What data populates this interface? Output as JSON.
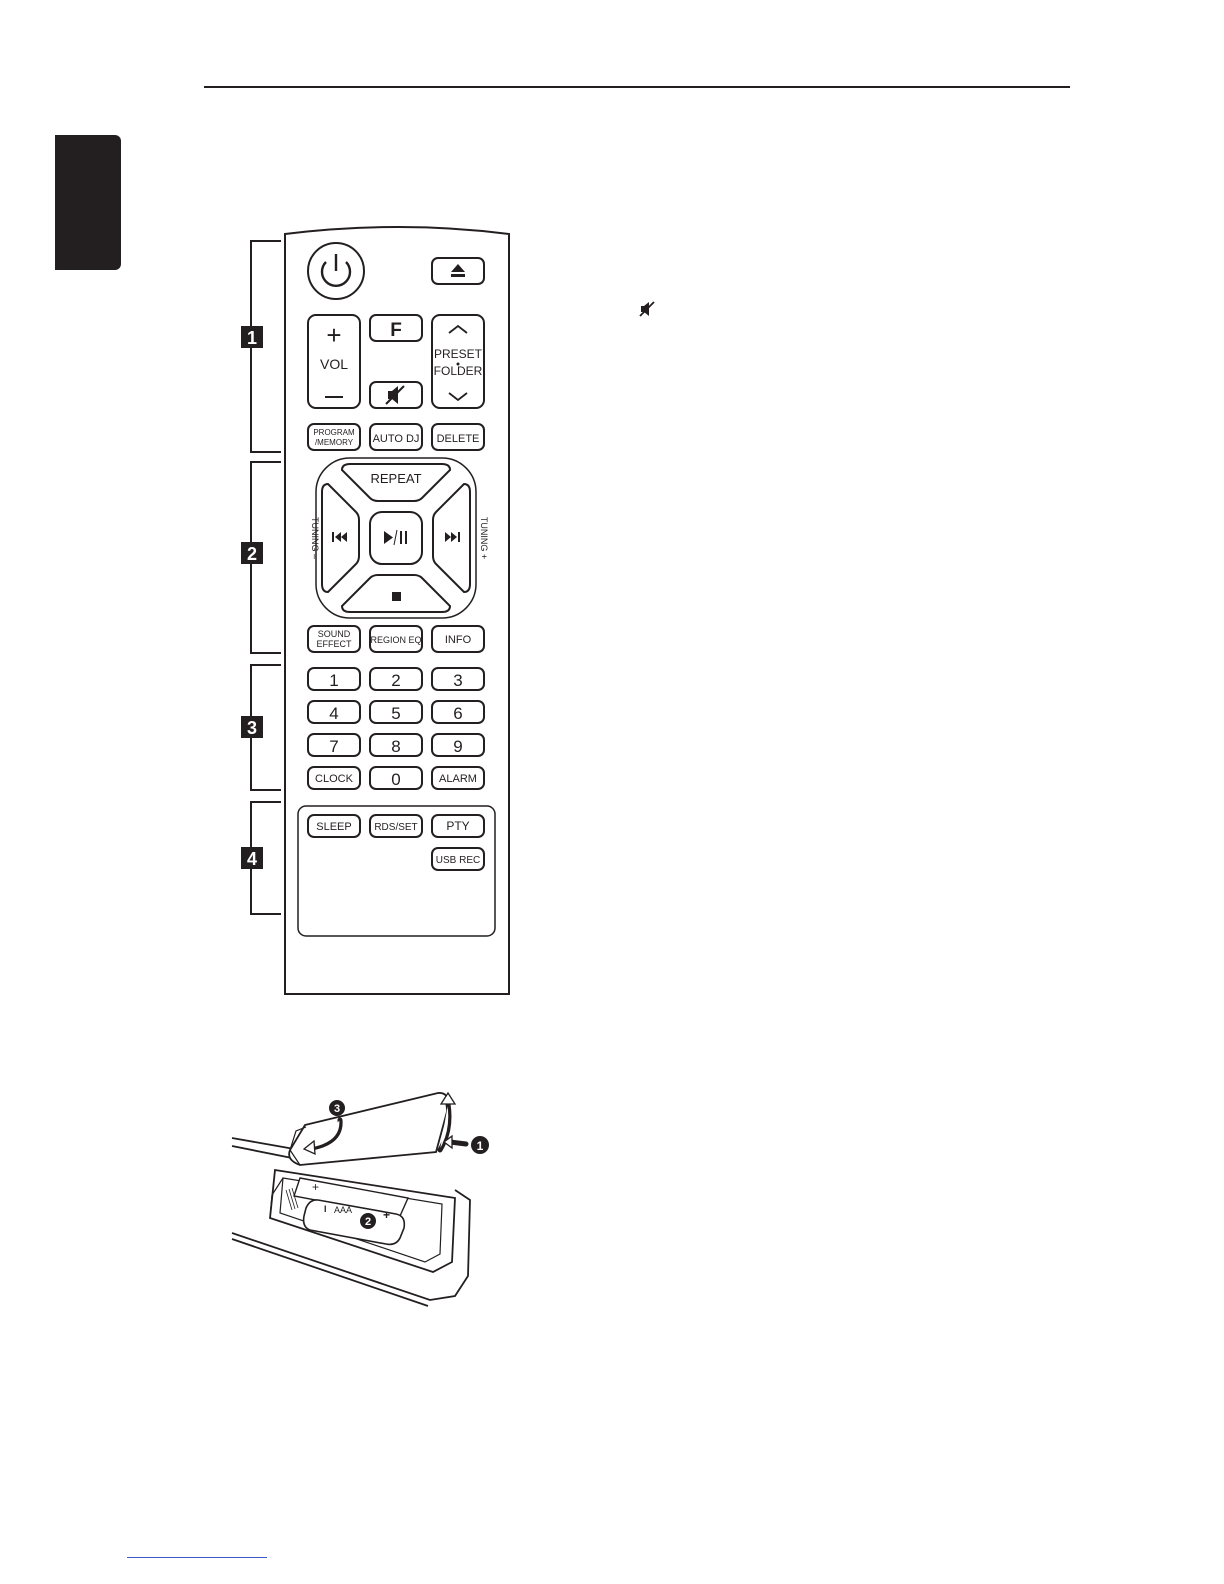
{
  "remote": {
    "sections": [
      "1",
      "2",
      "3",
      "4"
    ],
    "buttons": {
      "vol": "VOL",
      "function": "F",
      "preset_folder": [
        "PRESET",
        "FOLDER"
      ],
      "program_memory": [
        "PROGRAM",
        "/MEMORY"
      ],
      "auto_dj": "AUTO DJ",
      "delete": "DELETE",
      "repeat": "REPEAT",
      "tuning_minus": "TUNING –",
      "tuning_plus": "TUNING +",
      "sound_effect": [
        "SOUND",
        "EFFECT"
      ],
      "region_eq": "REGION EQ",
      "info": "INFO",
      "digits": [
        "1",
        "2",
        "3",
        "4",
        "5",
        "6",
        "7",
        "8",
        "9"
      ],
      "clock": "CLOCK",
      "zero": "0",
      "alarm": "ALARM",
      "sleep": "SLEEP",
      "rds_set": "RDS/SET",
      "pty": "PTY",
      "usb_rec": "USB REC"
    }
  },
  "battery_figure": {
    "battery_label": "AAA",
    "battery_plus": "+",
    "battery_minus": "I",
    "steps": [
      "1",
      "2",
      "3"
    ]
  },
  "icons": {
    "power": "power-icon",
    "eject": "eject-icon",
    "mute": "mute-icon",
    "skip_back": "skip-back-icon",
    "skip_forward": "skip-forward-icon",
    "play_pause": "play-pause-icon",
    "stop": "stop-icon"
  }
}
